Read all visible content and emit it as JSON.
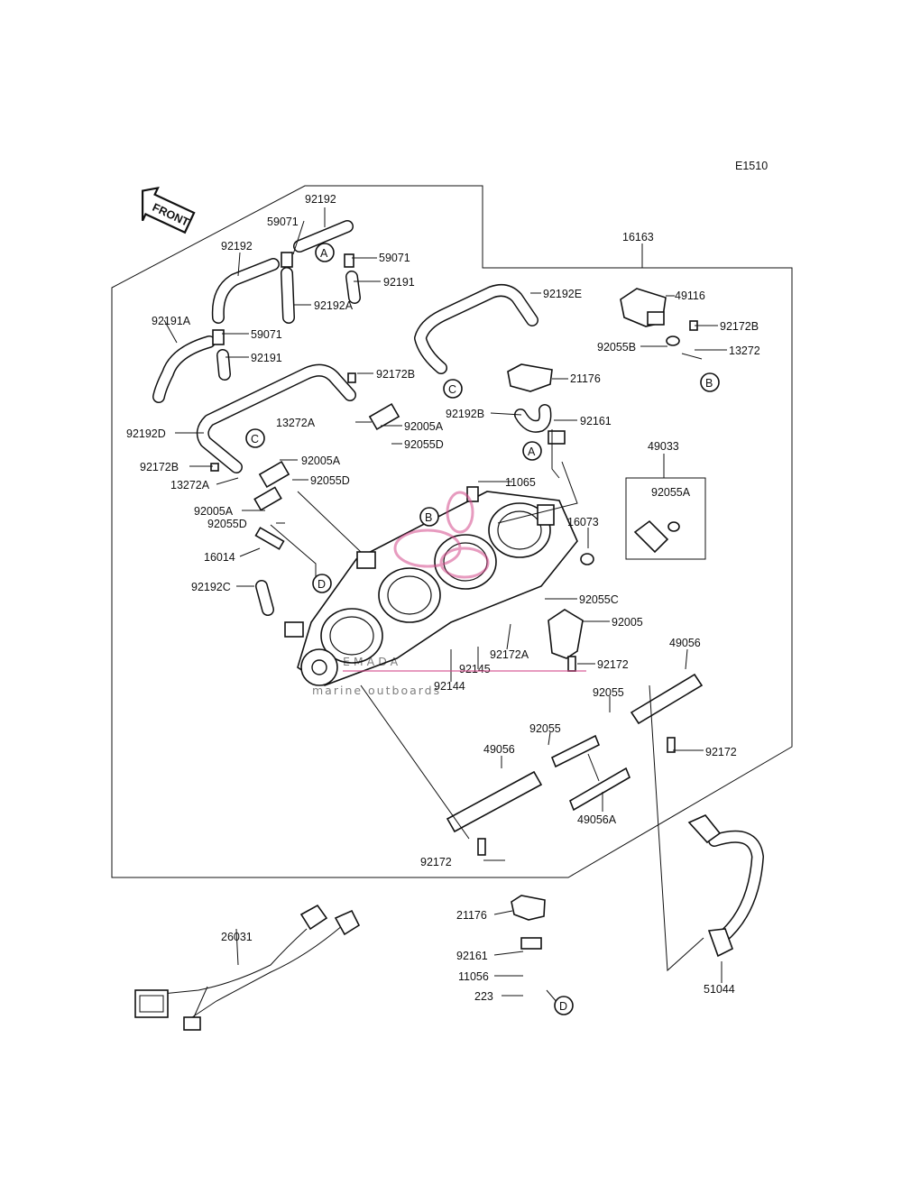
{
  "diagram": {
    "code": "E1510",
    "front_label": "FRONT",
    "ref_markers": [
      "A",
      "B",
      "C",
      "D"
    ],
    "part_numbers": {
      "p92192_top": "92192",
      "p59071_a": "59071",
      "p59071_b": "59071",
      "p59071_c": "59071",
      "p92192_left": "92192",
      "p92191_a": "92191",
      "p92192A": "92192A",
      "p92191A": "92191A",
      "p92191_b": "92191",
      "p16163": "16163",
      "p92192E": "92192E",
      "p49116": "49116",
      "p92172B_a": "92172B",
      "p92055B": "92055B",
      "p13272": "13272",
      "p21176_a": "21176",
      "p92172B_b": "92172B",
      "p92192B": "92192B",
      "p92161_a": "92161",
      "p13272A_a": "13272A",
      "p92005A_a": "92005A",
      "p92192D": "92192D",
      "p92055D_a": "92055D",
      "p49033": "49033",
      "p92172B_c": "92172B",
      "p92005A_b": "92005A",
      "p13272A_b": "13272A",
      "p92055D_b": "92055D",
      "p11065": "11065",
      "p92055A": "92055A",
      "p92005A_c": "92005A",
      "p92055D_c": "92055D",
      "p16073": "16073",
      "p16014": "16014",
      "p92192C": "92192C",
      "p92055C": "92055C",
      "p92005": "92005",
      "p92172A": "92172A",
      "p49056_a": "49056",
      "p92145": "92145",
      "p92172_a": "92172",
      "p92144": "92144",
      "p92055_a": "92055",
      "p92055_b": "92055",
      "p49056_b": "49056",
      "p92172_b": "92172",
      "p49056A": "49056A",
      "p92172_c": "92172",
      "p21176_b": "21176",
      "p26031": "26031",
      "p92161_b": "92161",
      "p11056": "11056",
      "p223": "223",
      "p51044": "51044"
    }
  },
  "watermark": {
    "brand": "EMADA",
    "tagline": "marine outboards"
  }
}
